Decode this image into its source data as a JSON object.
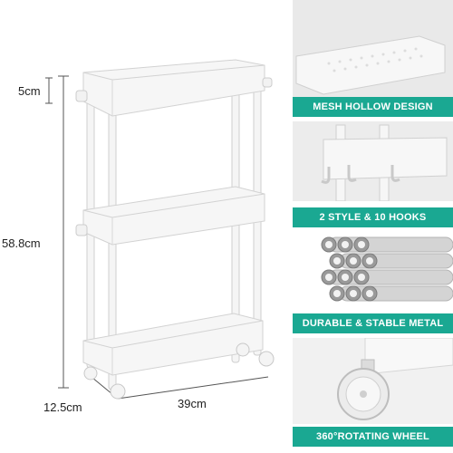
{
  "dimensions": {
    "top_height": "5cm",
    "total_height": "58.8cm",
    "depth": "12.5cm",
    "width": "39cm"
  },
  "features": [
    {
      "label": "MESH HOLLOW DESIGN"
    },
    {
      "label": "2 STYLE & 10 HOOKS"
    },
    {
      "label": "DURABLE & STABLE METAL"
    },
    {
      "label": "360°ROTATING WHEEL"
    }
  ],
  "colors": {
    "banner": "#1aa892",
    "product": "#f4f4f4",
    "outline": "#cfcfcf",
    "dimension_line": "#555555"
  }
}
